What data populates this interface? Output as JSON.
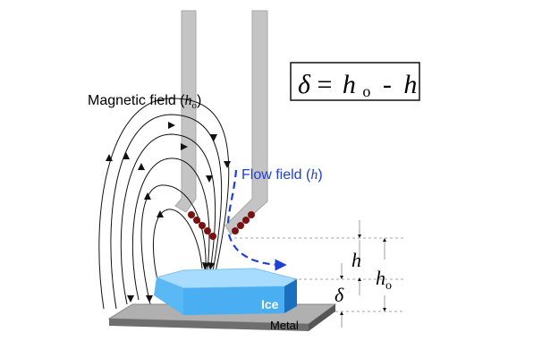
{
  "labels": {
    "magnetic_field_prefix": "Magnetic field (",
    "magnetic_field_var": "h",
    "magnetic_field_sub": "o",
    "magnetic_field_suffix": ")",
    "flow_field_prefix": "Flow field (",
    "flow_field_var": "h",
    "flow_field_suffix": ")",
    "ice": "Ice",
    "metal": "Metal"
  },
  "equation": {
    "delta": "δ",
    "equals": "=",
    "h0": "h",
    "h0_sub": "o",
    "minus": "-",
    "h": "h"
  },
  "dimensions": {
    "h": "h",
    "h0": "h",
    "h0_sub": "o",
    "delta": "δ"
  },
  "colors": {
    "probe": "#c4c4c4",
    "probe_edge": "#9a9a9a",
    "coil": "#7a1010",
    "ice_top": "#a8dcff",
    "ice_front": "#5ab8f5",
    "ice_side": "#1a6fbf",
    "metal_top": "#b0b0b0",
    "metal_side": "#6e6e6e",
    "flow": "#1f3fd6",
    "field_line": "#111111",
    "dim_line": "#555555"
  },
  "icons": {
    "field_arrow": "arrowhead",
    "flow_arrow": "dashed-arrow"
  }
}
